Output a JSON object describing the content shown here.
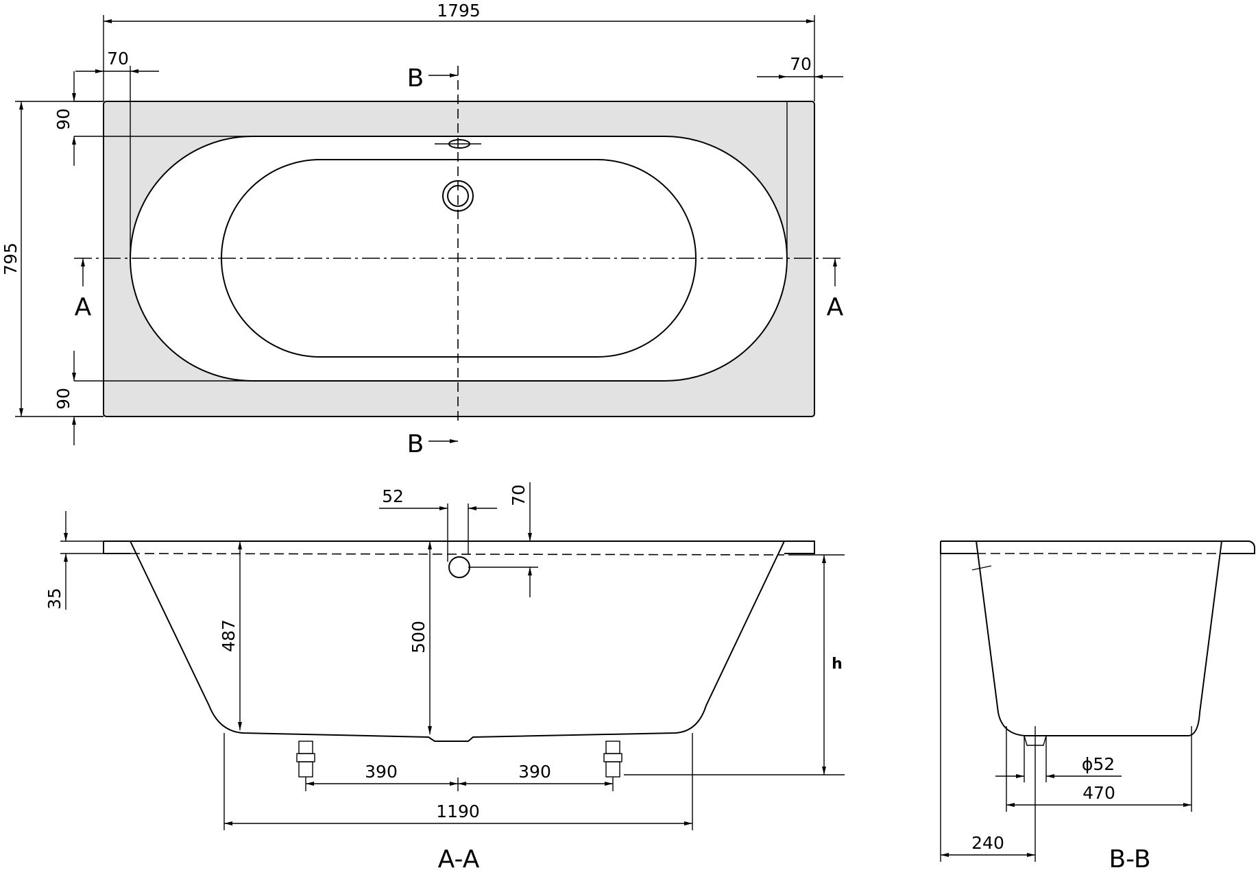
{
  "plan_view": {
    "dim_overall_length": "1795",
    "dim_overall_width": "795",
    "dim_left_rim": "70",
    "dim_right_rim": "70",
    "dim_top_rim": "90",
    "dim_bottom_rim": "90",
    "section_a_left": "A",
    "section_a_right": "A",
    "section_b_top": "B",
    "section_b_bottom": "B"
  },
  "section_aa": {
    "title": "A-A",
    "dim_rim_thickness": "35",
    "dim_overflow_diameter": "52",
    "dim_overflow_height": "70",
    "dim_depth": "487",
    "dim_depth_center": "500",
    "dim_height": "h",
    "dim_foot_left": "390",
    "dim_foot_right": "390",
    "dim_base_length": "1190"
  },
  "section_bb": {
    "title": "B-B",
    "dim_drain_diameter": "ϕ52",
    "dim_base_width": "470",
    "dim_drain_offset": "240"
  },
  "colors": {
    "rim_fill": "#e2e2e2",
    "line": "#000000"
  }
}
